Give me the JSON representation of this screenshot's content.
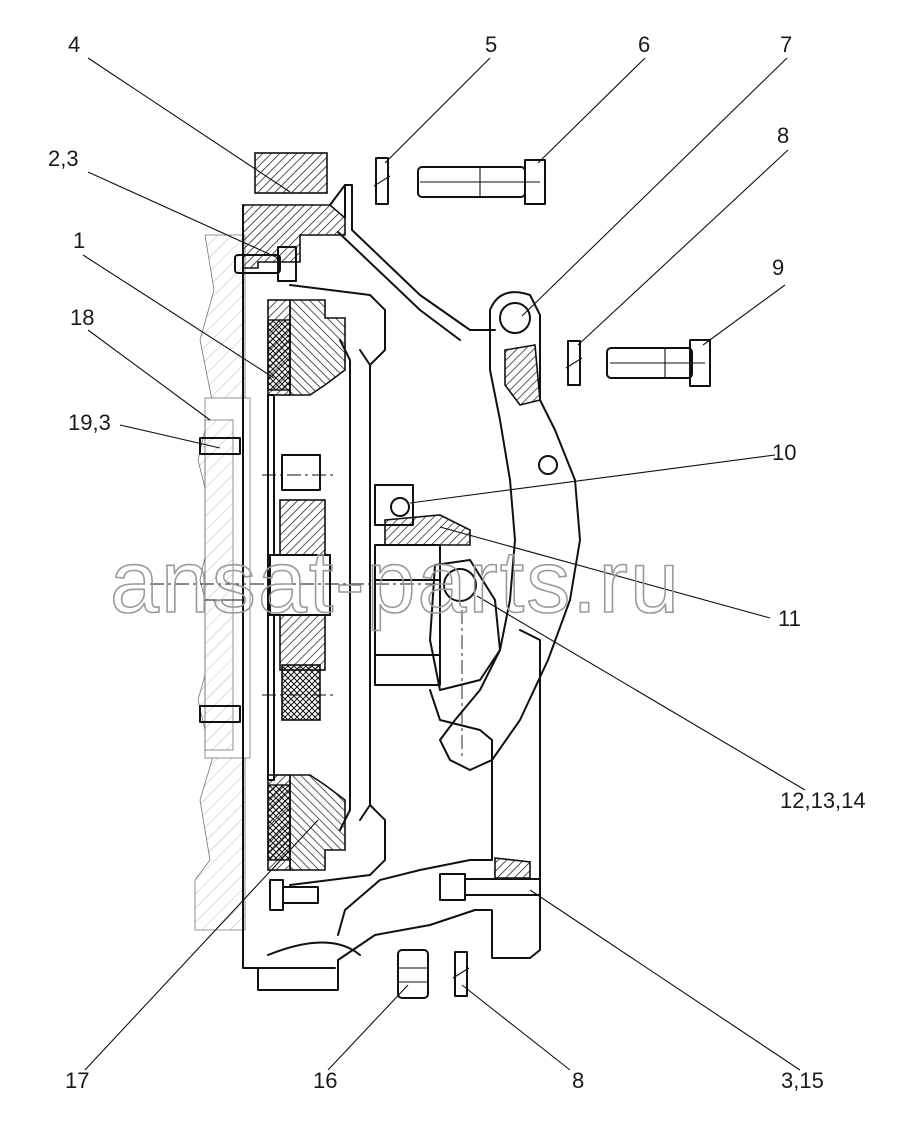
{
  "watermark": "ansat-parts.ru",
  "callouts": [
    {
      "id": "c4",
      "text": "4"
    },
    {
      "id": "c5",
      "text": "5"
    },
    {
      "id": "c6",
      "text": "6"
    },
    {
      "id": "c7",
      "text": "7"
    },
    {
      "id": "c8a",
      "text": "8"
    },
    {
      "id": "c23",
      "text": "2,3"
    },
    {
      "id": "c1",
      "text": "1"
    },
    {
      "id": "c18",
      "text": "18"
    },
    {
      "id": "c9",
      "text": "9"
    },
    {
      "id": "c193",
      "text": "19,3"
    },
    {
      "id": "c10",
      "text": "10"
    },
    {
      "id": "c11",
      "text": "11"
    },
    {
      "id": "c121314",
      "text": "12,13,14"
    },
    {
      "id": "c17",
      "text": "17"
    },
    {
      "id": "c16",
      "text": "16"
    },
    {
      "id": "c8b",
      "text": "8"
    },
    {
      "id": "c315",
      "text": "3,15"
    }
  ]
}
